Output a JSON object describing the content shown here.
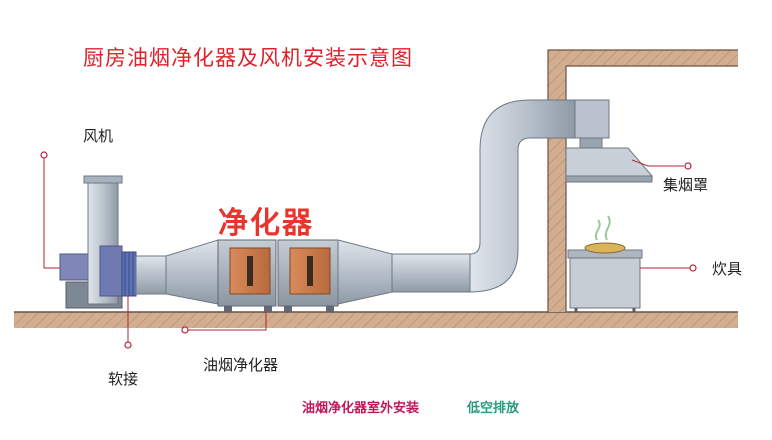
{
  "title": "厨房油烟净化器及风机安装示意图",
  "highlight_label": "净化器",
  "labels": {
    "fan": "风机",
    "hood": "集烟罩",
    "stove": "炊具",
    "soft_joint": "软接",
    "purifier": "油烟净化器"
  },
  "caption": {
    "install": "油烟净化器室外安装",
    "exhaust": "低空排放"
  },
  "colors": {
    "title": "#e0202a",
    "highlight": "#e8352e",
    "caption_install": "#c2185b",
    "caption_exhaust": "#2a9a7c",
    "duct": "#b6bfc9",
    "ground": "#c9a486",
    "unit_panel": "#c9784a"
  }
}
